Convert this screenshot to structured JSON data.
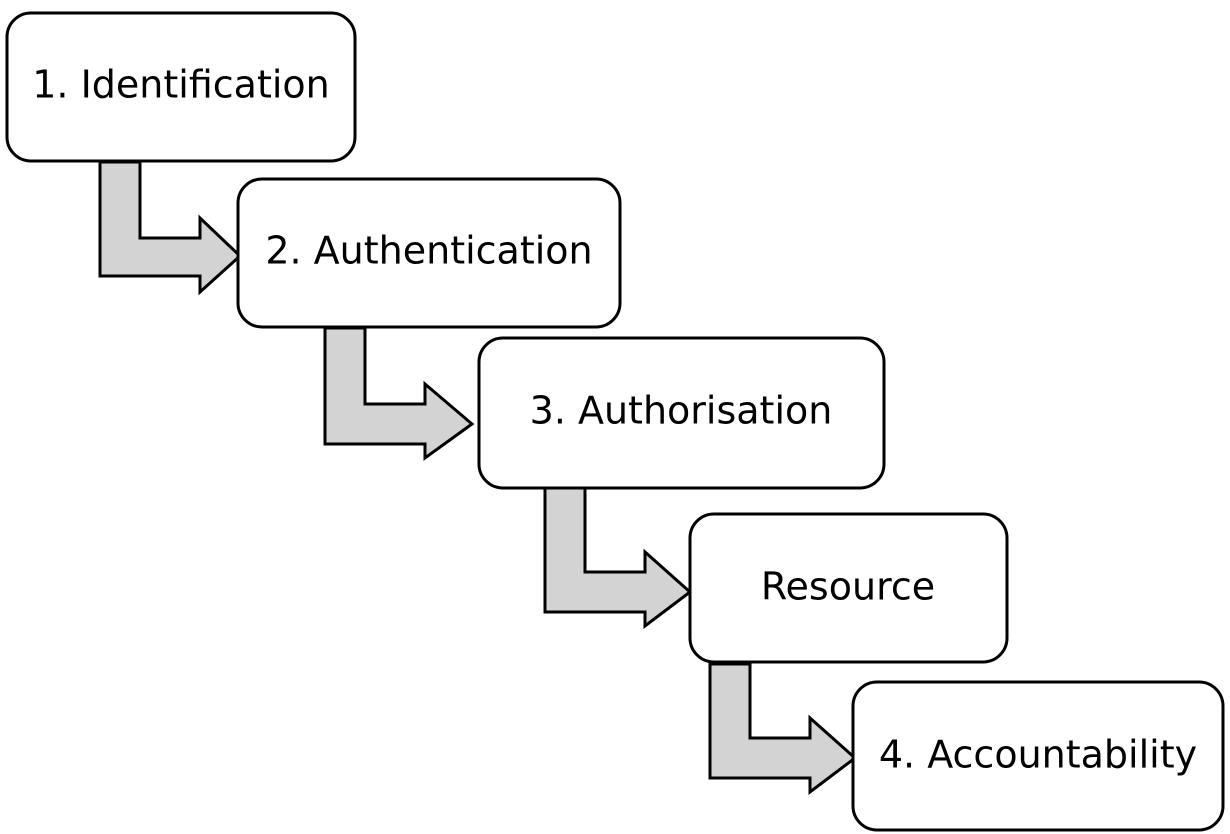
{
  "diagram": {
    "type": "staircase-flow",
    "steps": [
      {
        "label": "1. Identification"
      },
      {
        "label": "2. Authentication"
      },
      {
        "label": "3. Authorisation"
      },
      {
        "label": "Resource"
      },
      {
        "label": "4. Accountability"
      }
    ],
    "colors": {
      "box_fill": "#ffffff",
      "box_stroke": "#000000",
      "arrow_fill": "#d3d3d3",
      "arrow_stroke": "#000000",
      "text": "#000000"
    }
  }
}
